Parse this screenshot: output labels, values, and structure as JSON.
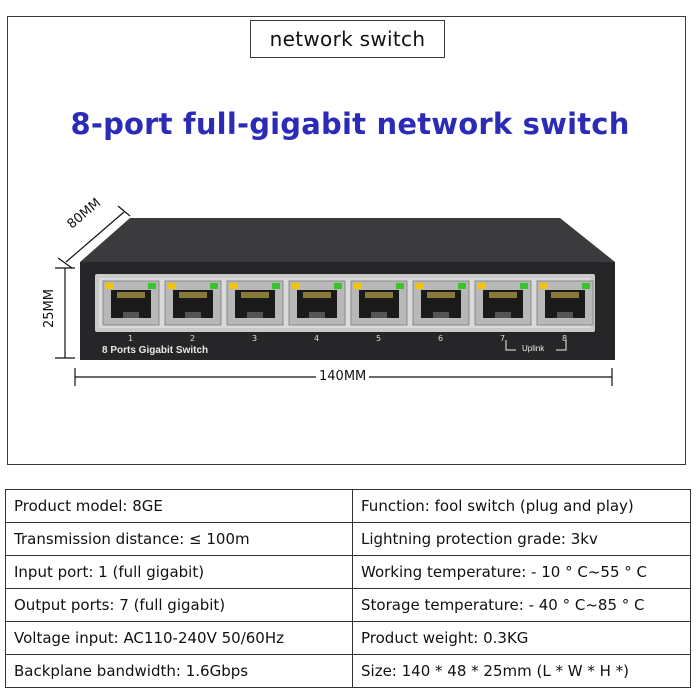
{
  "header": {
    "tag": "network switch",
    "headline": "8-port full-gigabit network switch"
  },
  "product": {
    "panel_label": "8 Ports Gigabit Switch",
    "ports": [
      "1",
      "2",
      "3",
      "4",
      "5",
      "6",
      "7",
      "8"
    ],
    "uplink_label": "Uplink"
  },
  "dimensions": {
    "depth": "80MM",
    "height": "25MM",
    "width": "140MM"
  },
  "specs": [
    [
      "Product model: 8GE",
      "Function: fool switch (plug and play)"
    ],
    [
      "Transmission distance: ≤ 100m",
      "Lightning protection grade: 3kv"
    ],
    [
      "Input port: 1 (full gigabit)",
      "Working temperature: - 10 ° C~55 ° C"
    ],
    [
      "Output ports: 7 (full gigabit)",
      "Storage temperature: - 40 ° C~85 ° C"
    ],
    [
      "Voltage input: AC110-240V 50/60Hz",
      "Product weight: 0.3KG"
    ],
    [
      "Backplane bandwidth: 1.6Gbps",
      "Size: 140 * 48 * 25mm (L * W * H *)"
    ]
  ],
  "colors": {
    "headline": "#2b2bb8",
    "switch_body": "#2a2a2c",
    "led_yellow": "#f2c40c",
    "led_green": "#39c52a"
  }
}
